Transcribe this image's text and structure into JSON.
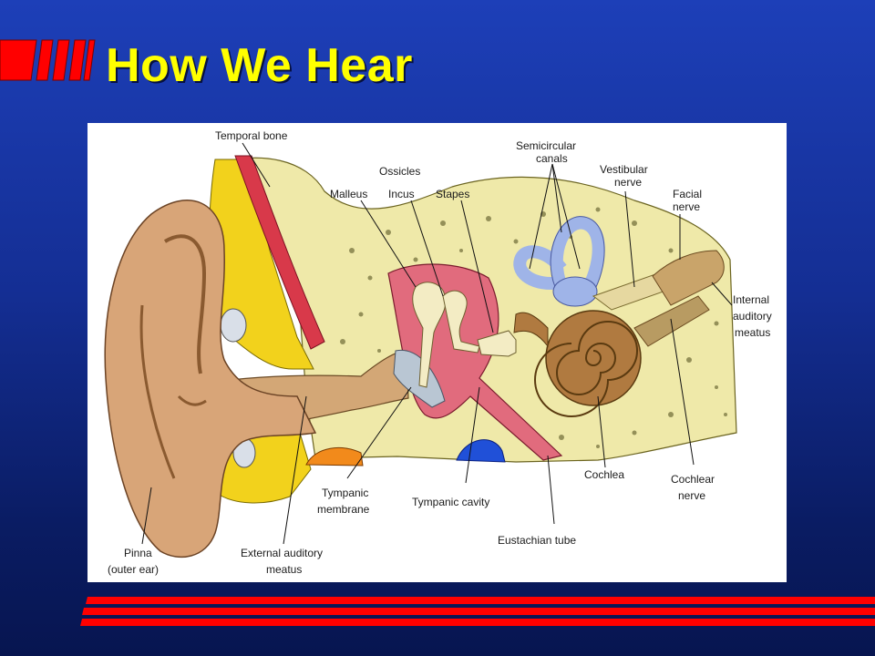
{
  "slide": {
    "title": "How We Hear"
  },
  "diagram": {
    "labels": {
      "temporal_bone": "Temporal bone",
      "ossicles": "Ossicles",
      "malleus": "Malleus",
      "incus": "Incus",
      "stapes": "Stapes",
      "semicircular_canals_1": "Semicircular",
      "semicircular_canals_2": "canals",
      "vestibular_nerve_1": "Vestibular",
      "vestibular_nerve_2": "nerve",
      "facial_nerve_1": "Facial",
      "facial_nerve_2": "nerve",
      "internal_meatus_1": "Internal",
      "internal_meatus_2": "auditory",
      "internal_meatus_3": "meatus",
      "tympanic_membrane_1": "Tympanic",
      "tympanic_membrane_2": "membrane",
      "tympanic_cavity": "Tympanic cavity",
      "cochlea": "Cochlea",
      "cochlear_nerve_1": "Cochlear",
      "cochlear_nerve_2": "nerve",
      "eustachian_tube": "Eustachian tube",
      "pinna_1": "Pinna",
      "pinna_2": "(outer ear)",
      "external_meatus_1": "External auditory",
      "external_meatus_2": "meatus"
    }
  },
  "colors": {
    "title": "#ffff00",
    "accent_red": "#ff0000",
    "background": "#142e93"
  }
}
